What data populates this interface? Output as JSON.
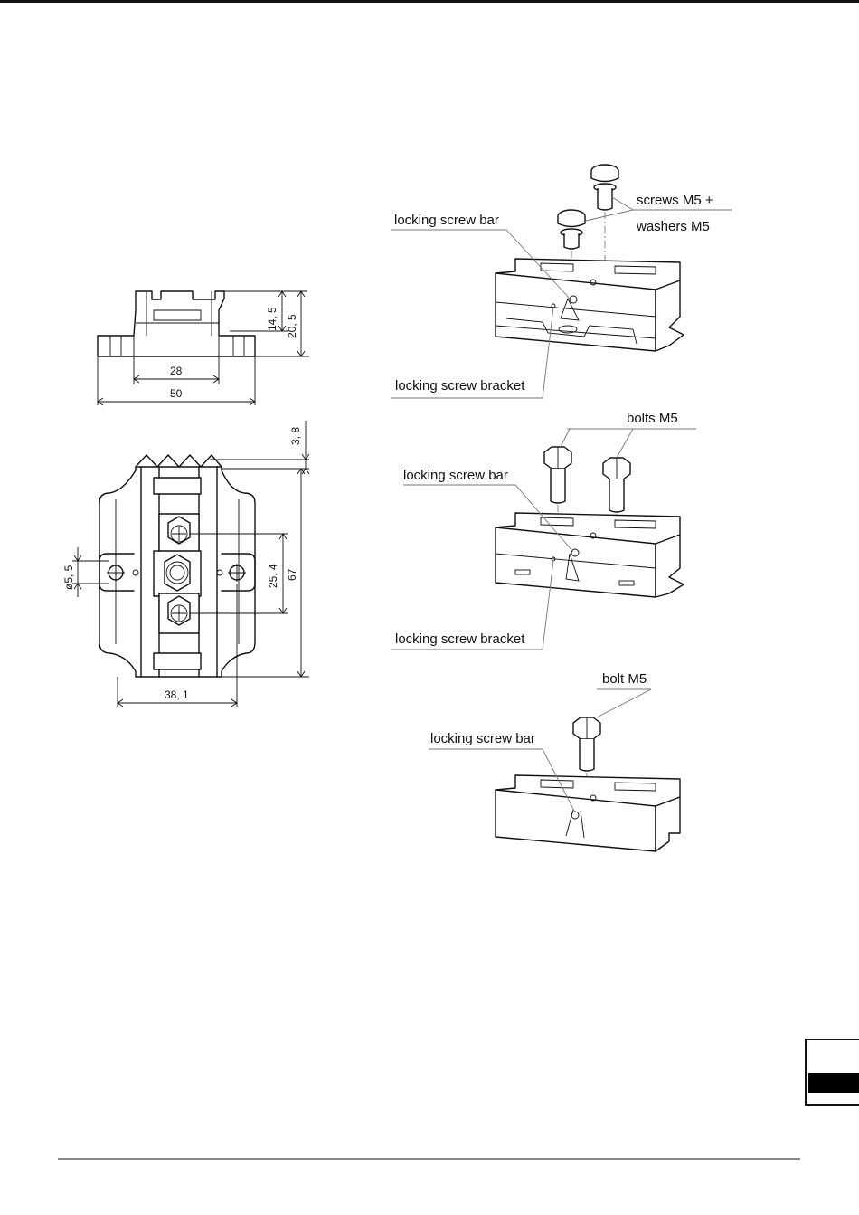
{
  "drawing": {
    "side_view": {
      "dims": {
        "height_rail": "14, 5",
        "height_total": "20, 5",
        "width_inner": "28",
        "width_total": "50"
      }
    },
    "top_view": {
      "dims": {
        "tooth": "3, 8",
        "hole_dia": "ø5, 5",
        "spacing": "25, 4",
        "length": "67",
        "width": "38, 1"
      }
    },
    "assembly_1": {
      "label_screws_line1": "screws M5 +",
      "label_screws_line2": "washers M5",
      "label_bar": "locking screw bar",
      "label_bracket": "locking screw bracket"
    },
    "assembly_2": {
      "label_bolts": "bolts M5",
      "label_bar": "locking screw bar",
      "label_bracket": "locking screw bracket"
    },
    "assembly_3": {
      "label_bolt": "bolt M5",
      "label_bar": "locking screw bar"
    }
  },
  "page_tab": {
    "color": "#000000"
  }
}
